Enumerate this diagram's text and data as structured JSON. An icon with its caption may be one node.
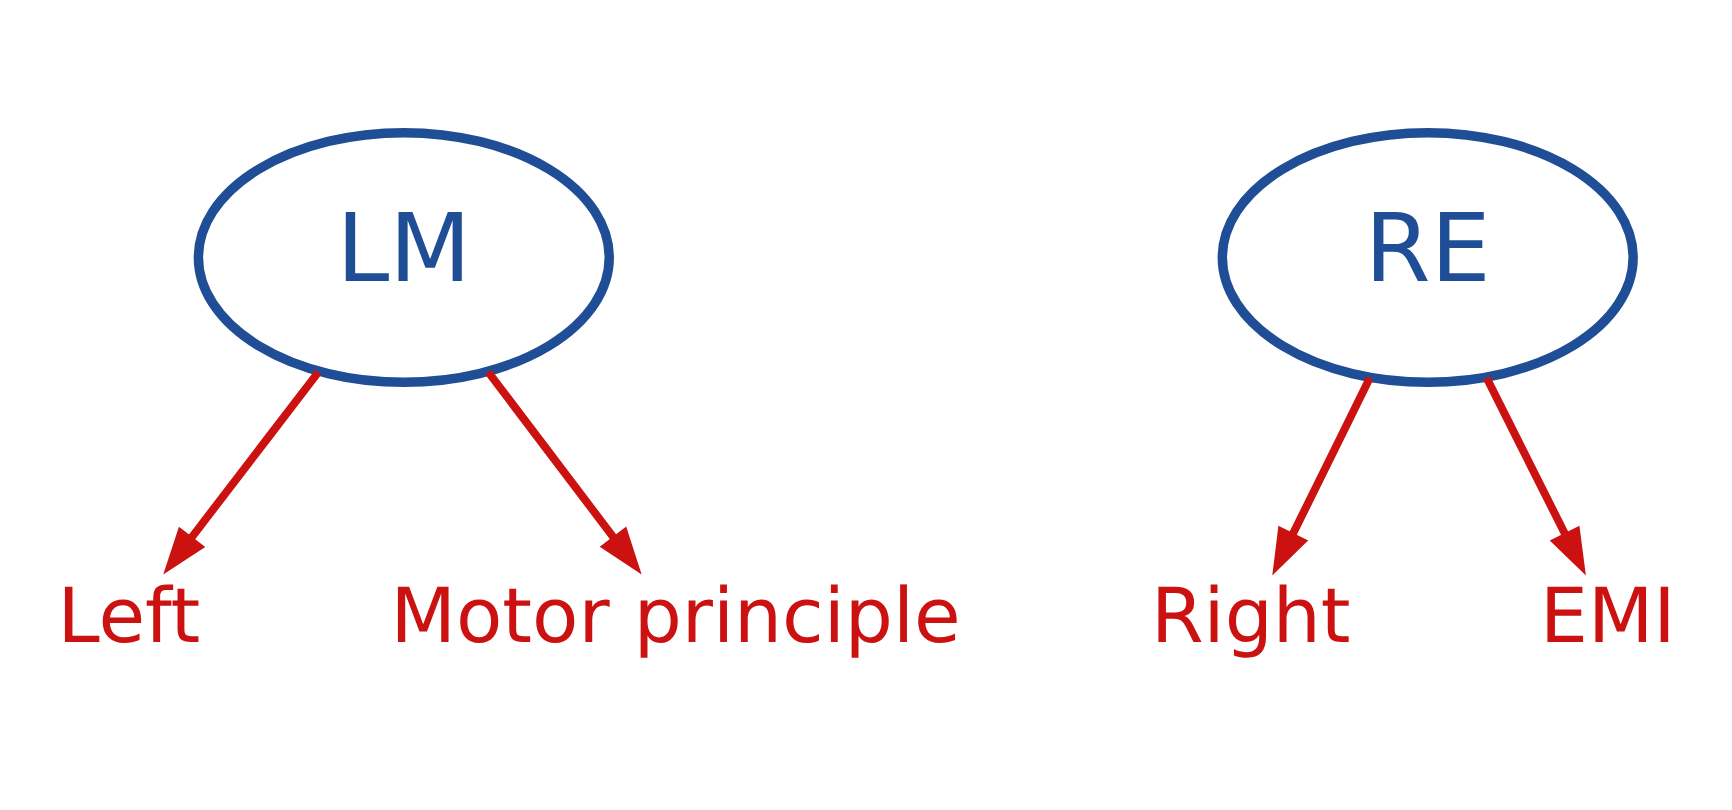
{
  "diagram": {
    "nodes": [
      {
        "text": [
          "LM"
        ]
      },
      {
        "text": [
          "RE"
        ]
      },
      {
        "text": [
          "Left"
        ]
      },
      {
        "text": [
          "Motor principle"
        ]
      },
      {
        "text": [
          "Right"
        ]
      },
      {
        "text": [
          "EMI"
        ]
      }
    ],
    "edges": [
      {
        "from": 0,
        "to": 2,
        "arrow": "to"
      },
      {
        "from": 0,
        "to": 3,
        "arrow": "to"
      },
      {
        "from": 1,
        "to": 4,
        "arrow": "to"
      },
      {
        "from": 1,
        "to": 5,
        "arrow": "to"
      }
    ]
  }
}
